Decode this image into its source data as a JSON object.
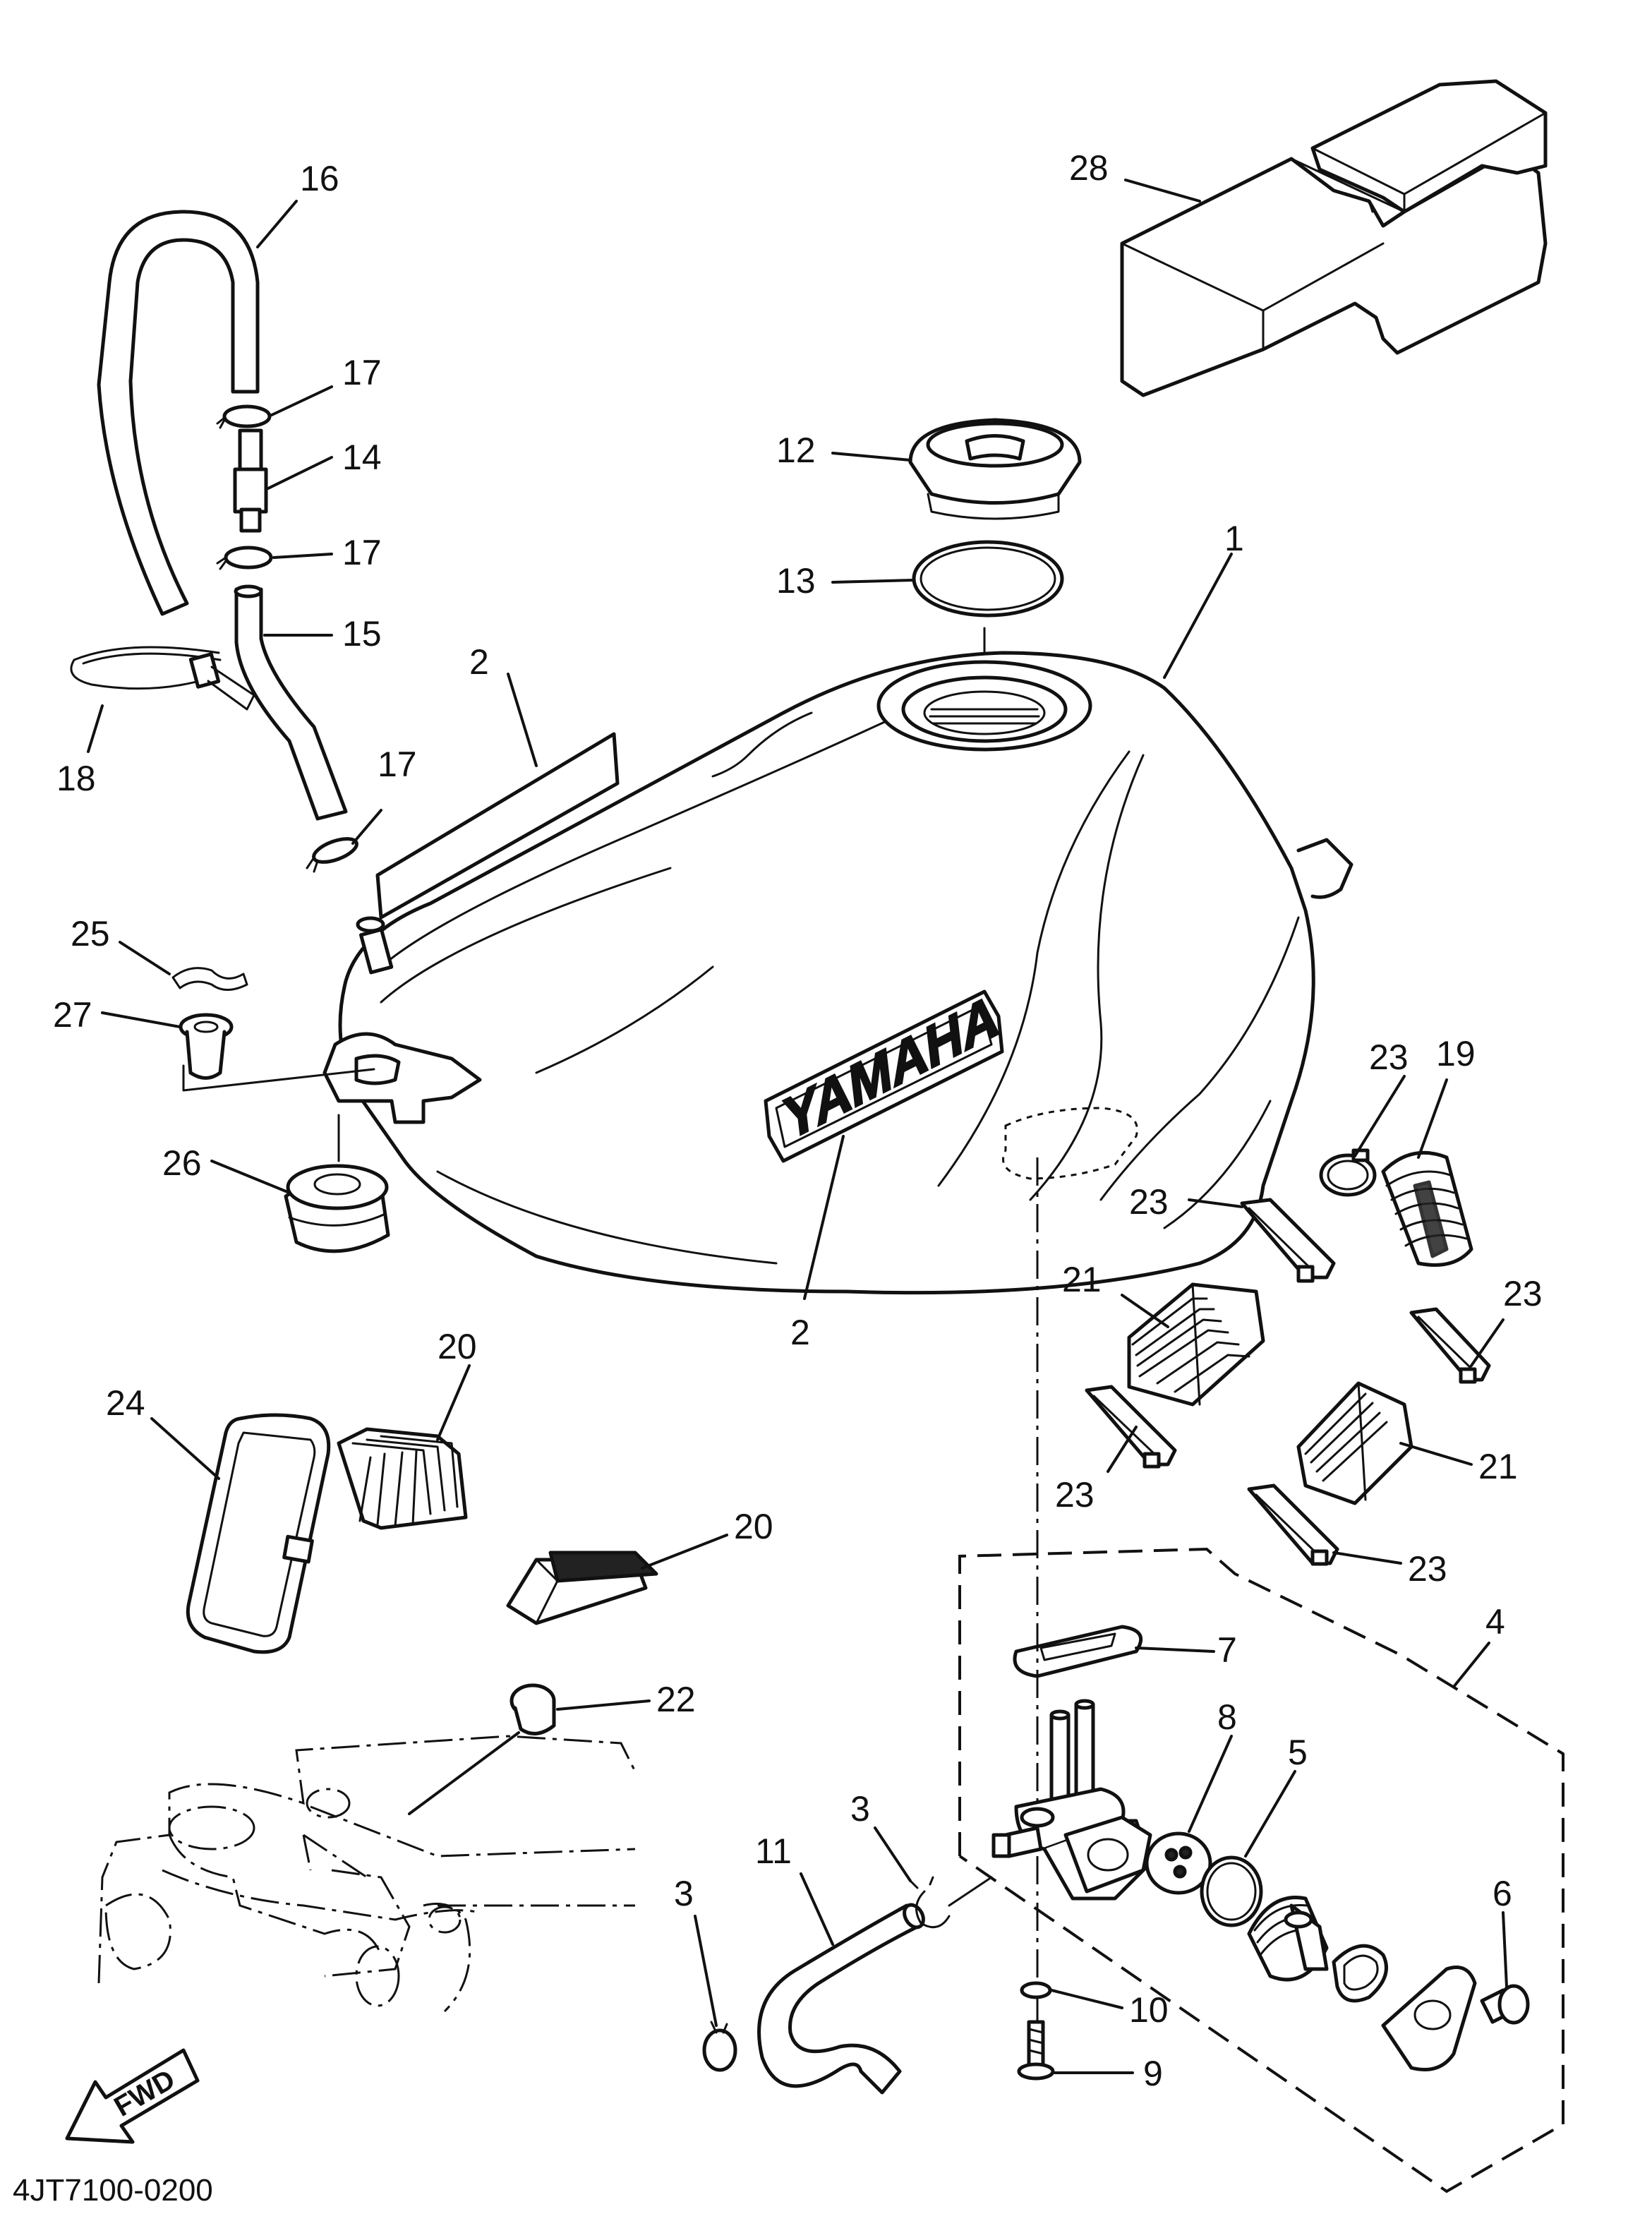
{
  "diagram": {
    "code": "4JT7100-0200",
    "tank_logo": "YAMAHA",
    "fwd_arrow": "FWD",
    "callouts": {
      "c1": "1",
      "c2a": "2",
      "c2b": "2",
      "c3a": "3",
      "c3b": "3",
      "c4": "4",
      "c5": "5",
      "c6": "6",
      "c7": "7",
      "c8": "8",
      "c9": "9",
      "c10": "10",
      "c11": "11",
      "c12": "12",
      "c13": "13",
      "c14": "14",
      "c15": "15",
      "c16": "16",
      "c17a": "17",
      "c17b": "17",
      "c17c": "17",
      "c18": "18",
      "c19": "19",
      "c20a": "20",
      "c20b": "20",
      "c21a": "21",
      "c21b": "21",
      "c22": "22",
      "c23a": "23",
      "c23b": "23",
      "c23c": "23",
      "c23d": "23",
      "c23e": "23",
      "c24": "24",
      "c25": "25",
      "c26": "26",
      "c27": "27",
      "c28": "28"
    }
  }
}
